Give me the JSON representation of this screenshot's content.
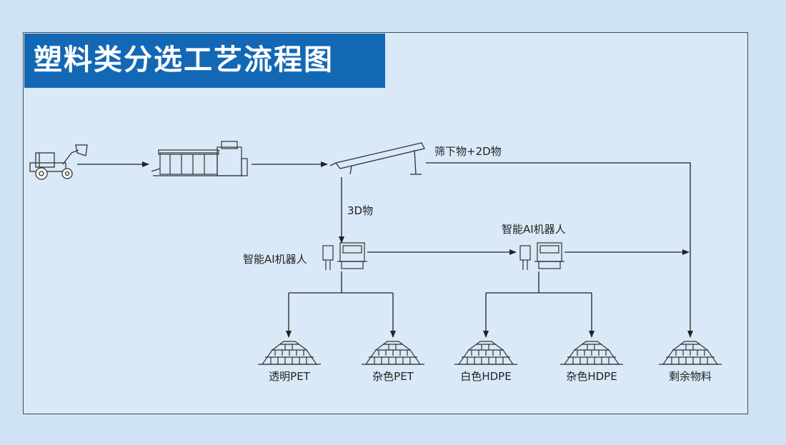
{
  "title": "塑料类分选工艺流程图",
  "labels": {
    "fines_2d": "筛下物+2D物",
    "three_d": "3D物",
    "robot_1": "智能AI机器人",
    "robot_2": "智能AI机器人"
  },
  "outputs": [
    {
      "label": "透明PET"
    },
    {
      "label": "杂色PET"
    },
    {
      "label": "白色HDPE"
    },
    {
      "label": "杂色HDPE"
    },
    {
      "label": "剩余物料"
    }
  ],
  "colors": {
    "background": "#cfe3f5",
    "banner": "#1368b5",
    "line": "#222222"
  },
  "icons": [
    "loader-icon",
    "bag-opener-icon",
    "screen-icon",
    "robot-icon",
    "pile-icon"
  ]
}
